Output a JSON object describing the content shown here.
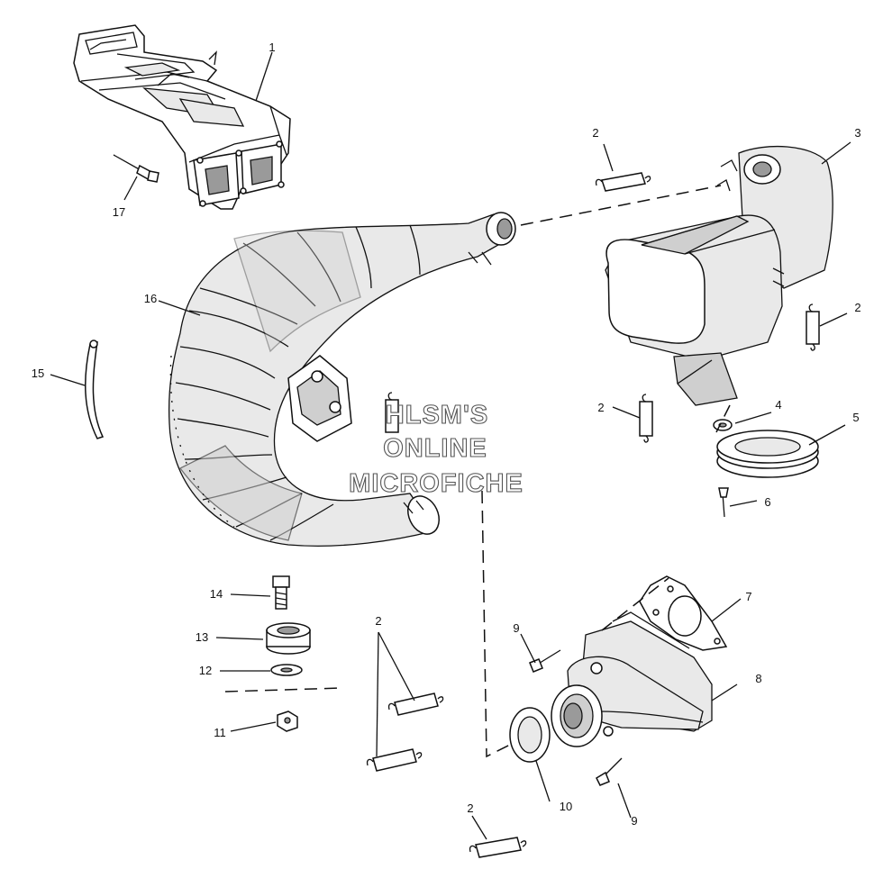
{
  "diagram": {
    "labels": {
      "l1": "1",
      "l2a": "2",
      "l2b": "2",
      "l2c": "2",
      "l2d": "2",
      "l2e": "2",
      "l3": "3",
      "l4": "4",
      "l5": "5",
      "l6": "6",
      "l7": "7",
      "l8": "8",
      "l9a": "9",
      "l9b": "9",
      "l10": "10",
      "l11": "11",
      "l12": "12",
      "l13": "13",
      "l14": "14",
      "l15": "15",
      "l16": "16",
      "l17": "17"
    },
    "watermark": {
      "line1": "HLSM'S",
      "line2": "ONLINE",
      "line3": "MICROFICHE"
    }
  }
}
